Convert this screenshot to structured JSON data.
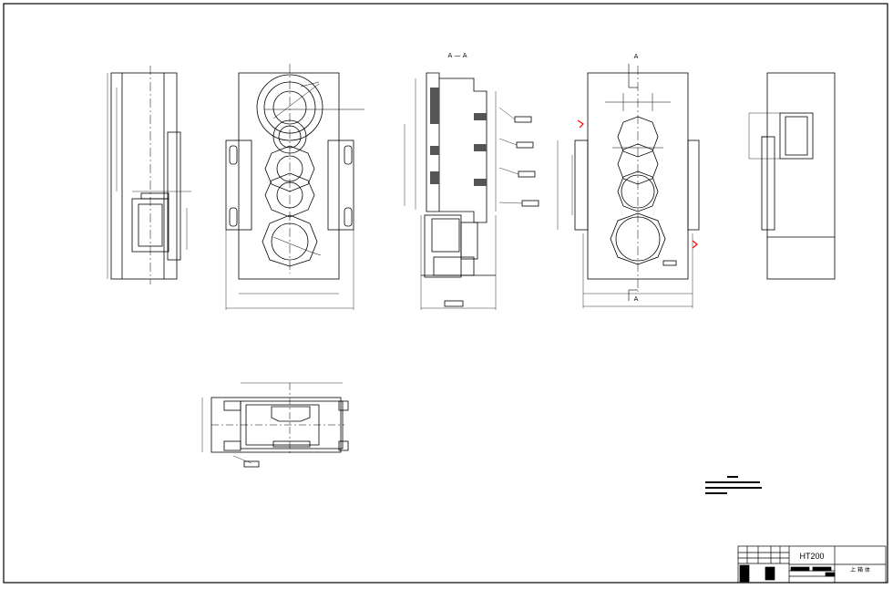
{
  "sheet": {
    "section_label": "A — A",
    "view_marker_top": "A",
    "view_marker_bottom": "A"
  },
  "title_block": {
    "material": "HT200",
    "drawing_name": "上 箱 体"
  },
  "colors": {
    "line": "#000000",
    "background": "#ffffff",
    "marker": "#ff0000"
  }
}
